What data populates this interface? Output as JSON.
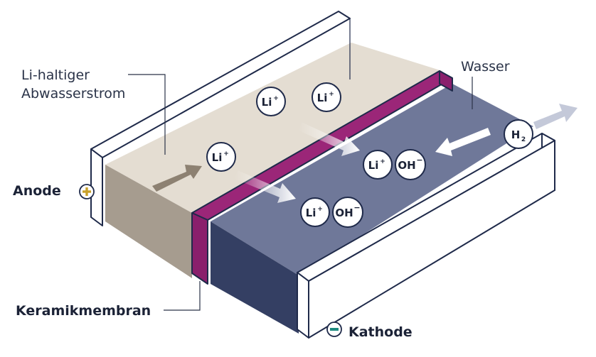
{
  "labels": {
    "stream": [
      "Li-haltiger",
      "Abwasserstrom"
    ],
    "water": "Wasser",
    "anode": "Anode",
    "cathode": "Kathode",
    "membrane": "Keramikmembran"
  },
  "ions": {
    "li": "Li",
    "li_charge": "+",
    "oh": "OH",
    "oh_charge": "−",
    "h": "H",
    "h_sub": "2"
  },
  "colors": {
    "anolyte_top": "#e4ddd2",
    "anolyte_front": "#a69c8f",
    "membrane": "#9b2678",
    "catholyte_top": "#6f7899",
    "catholyte_front": "#343f63",
    "electrode": "#ffffff",
    "outline": "#1f2a4a",
    "anode_symbol": "#c9a12a",
    "cathode_symbol": "#1d8a80"
  }
}
